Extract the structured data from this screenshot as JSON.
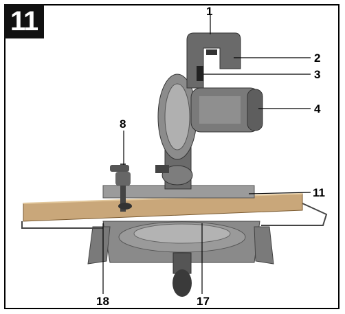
{
  "figure": {
    "number": "11"
  },
  "callouts": [
    {
      "id": "1",
      "text": "1"
    },
    {
      "id": "2",
      "text": "2"
    },
    {
      "id": "3",
      "text": "3"
    },
    {
      "id": "4",
      "text": "4"
    },
    {
      "id": "8",
      "text": "8"
    },
    {
      "id": "11",
      "text": "11"
    },
    {
      "id": "17",
      "text": "17"
    },
    {
      "id": "18",
      "text": "18"
    }
  ],
  "colors": {
    "frame": "#000000",
    "badge_bg": "#111111",
    "badge_text": "#ffffff",
    "wood": "#c9a77a",
    "metal_dark": "#3a3a3a",
    "metal_mid": "#6b6b6b",
    "metal_light": "#a5a5a5",
    "motor": "#7a7a7a"
  }
}
